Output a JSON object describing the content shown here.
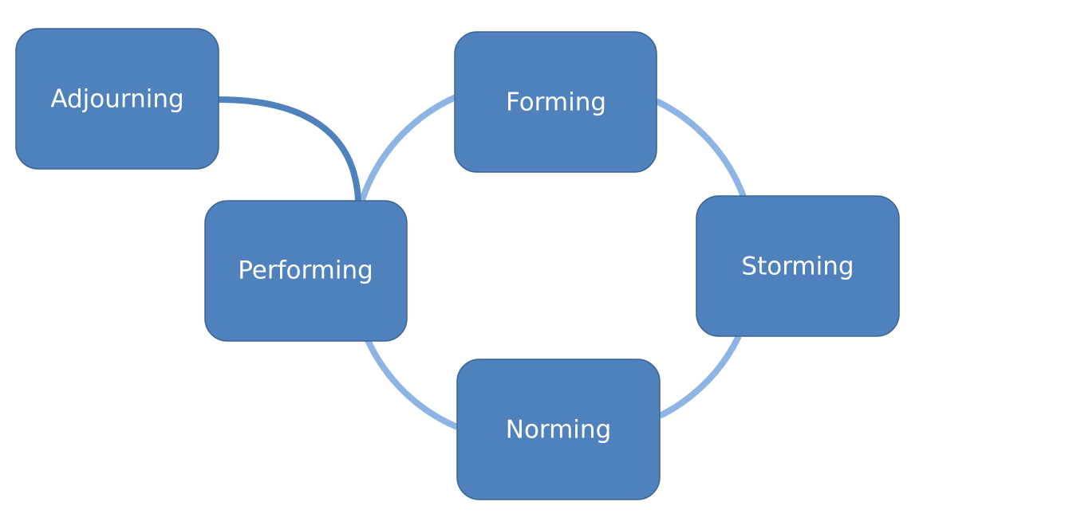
{
  "diagram": {
    "stages": {
      "forming": "Forming",
      "storming": "Storming",
      "norming": "Norming",
      "performing": "Performing",
      "adjourning": "Adjourning"
    }
  },
  "colors": {
    "box_fill": "#4f81bd",
    "box_stroke": "#3a6494",
    "cycle_connector": "#8eb4e3",
    "text": "#ffffff",
    "background": "#ffffff"
  }
}
